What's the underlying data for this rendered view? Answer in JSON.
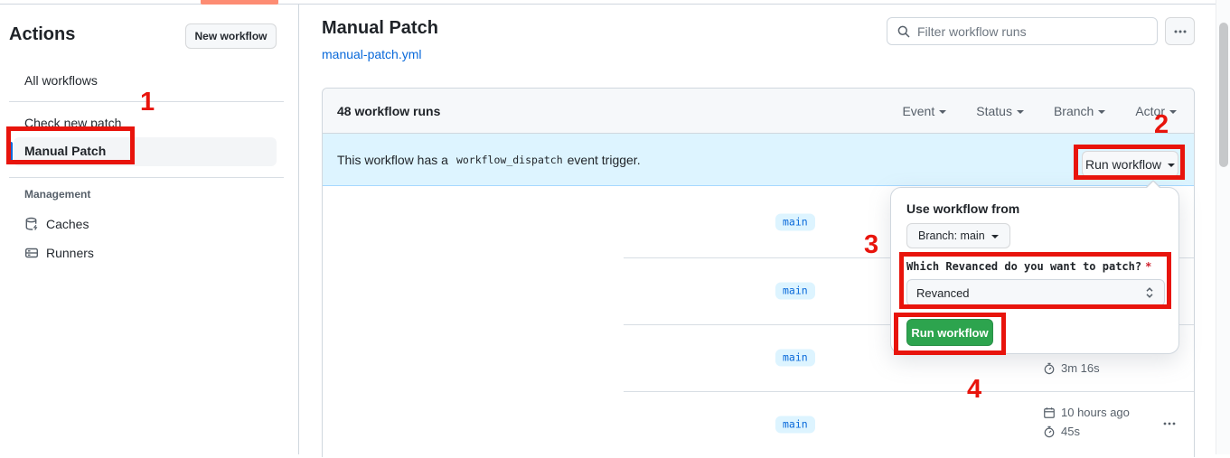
{
  "colors": {
    "annotation_red": "#e8140c",
    "accent_blue": "#0969da",
    "banner_bg": "#ddf4ff",
    "green_button": "#2da44e",
    "nav_tab_indicator": "#fd8c73"
  },
  "sidebar": {
    "title": "Actions",
    "new_workflow_button": "New workflow",
    "items": [
      {
        "label": "All workflows"
      },
      {
        "label": "Check new patch"
      },
      {
        "label": "Manual Patch",
        "selected": true
      }
    ],
    "management_label": "Management",
    "management_items": [
      {
        "label": "Caches"
      },
      {
        "label": "Runners"
      }
    ]
  },
  "header": {
    "title": "Manual Patch",
    "file_link": "manual-patch.yml",
    "search_placeholder": "Filter workflow runs"
  },
  "list": {
    "count_label": "48 workflow runs",
    "filters": [
      {
        "label": "Event"
      },
      {
        "label": "Status"
      },
      {
        "label": "Branch"
      },
      {
        "label": "Actor"
      }
    ],
    "banner": {
      "text_before": "This workflow has a",
      "code": "workflow_dispatch",
      "text_after": "event trigger.",
      "button_label": "Run workflow"
    },
    "runs": [
      {
        "branch": "main"
      },
      {
        "branch": "main"
      },
      {
        "branch": "main",
        "duration": "3m 16s"
      },
      {
        "branch": "main",
        "time_ago": "10 hours ago",
        "duration": "45s"
      }
    ]
  },
  "run_dialog": {
    "heading": "Use workflow from",
    "branch_selector": "Branch: main",
    "input_label": "Which Revanced do you want to patch?",
    "required_marker": "*",
    "select_value": "Revanced",
    "submit_label": "Run workflow"
  },
  "annotations": {
    "step1": "1",
    "step2": "2",
    "step3": "3",
    "step4": "4"
  }
}
